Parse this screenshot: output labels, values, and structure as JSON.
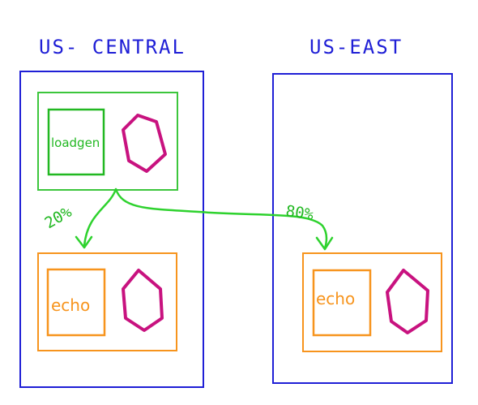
{
  "regions": [
    {
      "title": "US- CENTRAL",
      "color": "#1f1fd6"
    },
    {
      "title": "US-EAST",
      "color": "#1f1fd6"
    }
  ],
  "pods": {
    "loadgen": {
      "label": "loadgen",
      "color": "#3cc63c",
      "icon": "hexagon-icon"
    },
    "echo_central": {
      "label": "echo",
      "color": "#f7941d",
      "icon": "hexagon-icon"
    },
    "echo_east": {
      "label": "echo",
      "color": "#f7941d",
      "icon": "hexagon-icon"
    }
  },
  "traffic": {
    "to_central": "20%",
    "to_east": "80%",
    "color": "#2ed22e"
  },
  "hexagon_color": "#c8127f"
}
